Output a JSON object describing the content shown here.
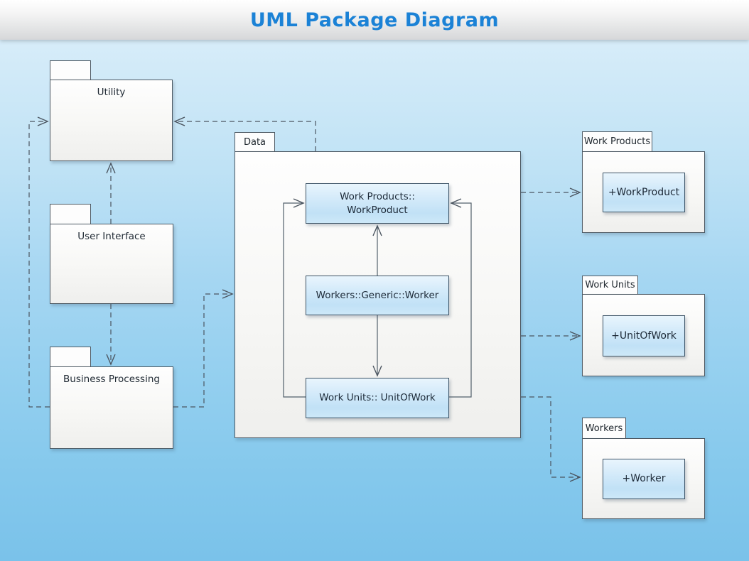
{
  "header": {
    "title": "UML Package Diagram"
  },
  "packages": {
    "utility": {
      "name": "Utility"
    },
    "user_interface": {
      "name": "User Interface"
    },
    "business_processing": {
      "name": "Business Processing"
    },
    "data": {
      "name": "Data"
    },
    "work_products": {
      "name": "Work Products",
      "class_label": "+WorkProduct"
    },
    "work_units": {
      "name": "Work Units",
      "class_label": "+UnitOfWork"
    },
    "workers": {
      "name": "Workers",
      "class_label": "+Worker"
    }
  },
  "classes": {
    "work_product": {
      "line1": "Work Products::",
      "line2": "WorkProduct"
    },
    "worker": {
      "label": "Workers::Generic::Worker"
    },
    "unit_of_work": {
      "label": "Work Units:: UnitOfWork"
    }
  },
  "relationships": [
    {
      "from": "User Interface",
      "to": "Utility",
      "type": "dependency",
      "style": "dashed"
    },
    {
      "from": "Business Processing",
      "to": "Utility",
      "type": "dependency",
      "style": "dashed"
    },
    {
      "from": "Data",
      "to": "Utility",
      "type": "dependency",
      "style": "dashed"
    },
    {
      "from": "User Interface",
      "to": "Business Processing",
      "type": "dependency",
      "style": "dashed"
    },
    {
      "from": "Business Processing",
      "to": "Data",
      "type": "dependency",
      "style": "dashed"
    },
    {
      "from": "Data",
      "to": "Work Products",
      "type": "dependency",
      "style": "dashed"
    },
    {
      "from": "Data",
      "to": "Work Units",
      "type": "dependency",
      "style": "dashed"
    },
    {
      "from": "Data",
      "to": "Workers",
      "type": "dependency",
      "style": "dashed"
    },
    {
      "from": "Workers::Generic::Worker",
      "to": "Work Products::WorkProduct",
      "type": "association",
      "style": "solid"
    },
    {
      "from": "Workers::Generic::Worker",
      "to": "Work Units:: UnitOfWork",
      "type": "association",
      "style": "solid"
    },
    {
      "from": "Work Units:: UnitOfWork",
      "to": "Work Products::WorkProduct",
      "type": "association-left",
      "style": "solid"
    },
    {
      "from": "Work Units:: UnitOfWork",
      "to": "Work Products::WorkProduct",
      "type": "association-right",
      "style": "solid"
    }
  ],
  "colors": {
    "title_blue": "#1b82d6",
    "package_border": "#4e5a64",
    "class_border": "#3e5568",
    "connector": "#4b5560",
    "class_fill_top": "#e9f5fd",
    "class_fill_bottom": "#c1e1f6",
    "canvas_top": "#e7f5fd",
    "canvas_bottom": "#7ac2ea"
  }
}
